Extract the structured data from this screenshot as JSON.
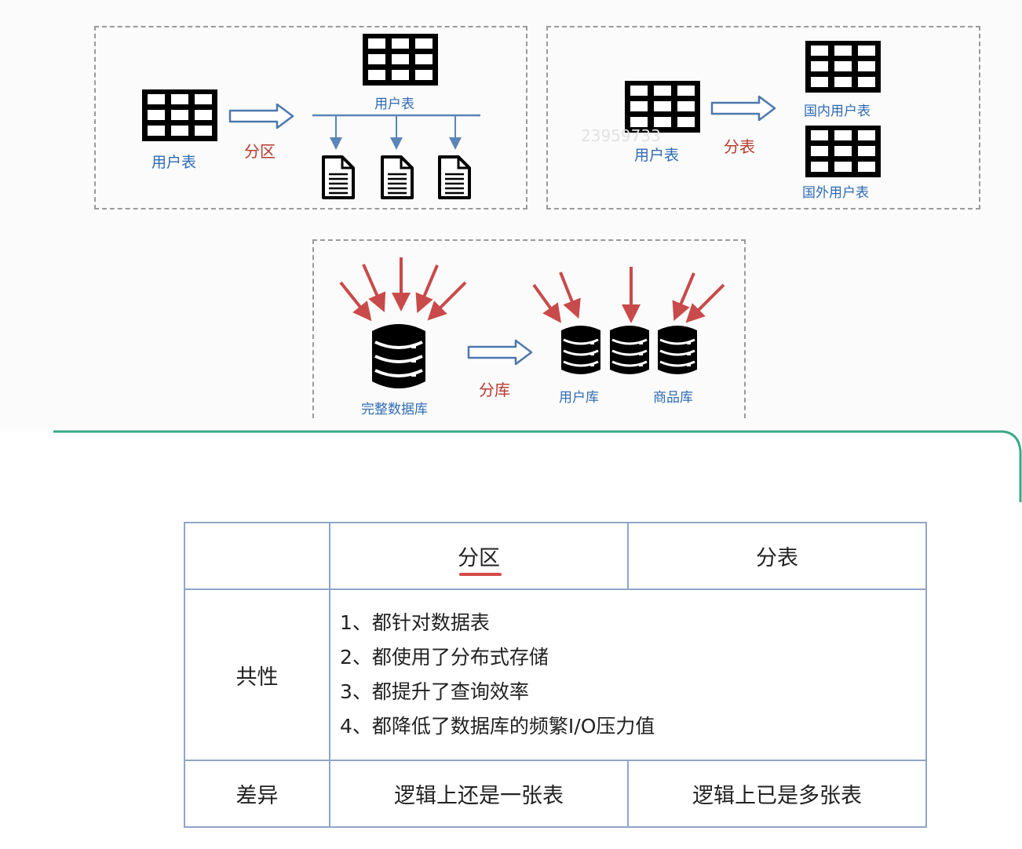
{
  "panel_partition": {
    "source_label": "用户表",
    "arrow_label": "分区",
    "target_label": "用户表"
  },
  "panel_split_table": {
    "source_label": "用户表",
    "arrow_label": "分表",
    "target_top_label": "国内用户表",
    "target_bottom_label": "国外用户表",
    "watermark": "23959733"
  },
  "panel_split_db": {
    "source_label": "完整数据库",
    "arrow_label": "分库",
    "target_left_label": "用户库",
    "target_right_label": "商品库"
  },
  "comparison_table": {
    "header_blank": "",
    "col_partition": "分区",
    "col_split_table": "分表",
    "row_common_label": "共性",
    "common_items": [
      "1、都针对数据表",
      "2、都使用了分布式存储",
      "3、都提升了查询效率",
      "4、都降低了数据库的频繁I/O压力值"
    ],
    "row_diff_label": "差异",
    "diff_partition": "逻辑上还是一张表",
    "diff_split_table": "逻辑上已是多张表"
  },
  "colors": {
    "label_blue": "#2f6bb3",
    "label_red": "#b73a2e",
    "arrow_red": "#c94a4a",
    "teal_line": "#3aa887",
    "table_border": "#8fa5c8"
  },
  "icons": [
    "table-grid-icon",
    "document-icon",
    "database-icon",
    "hollow-arrow-icon"
  ]
}
